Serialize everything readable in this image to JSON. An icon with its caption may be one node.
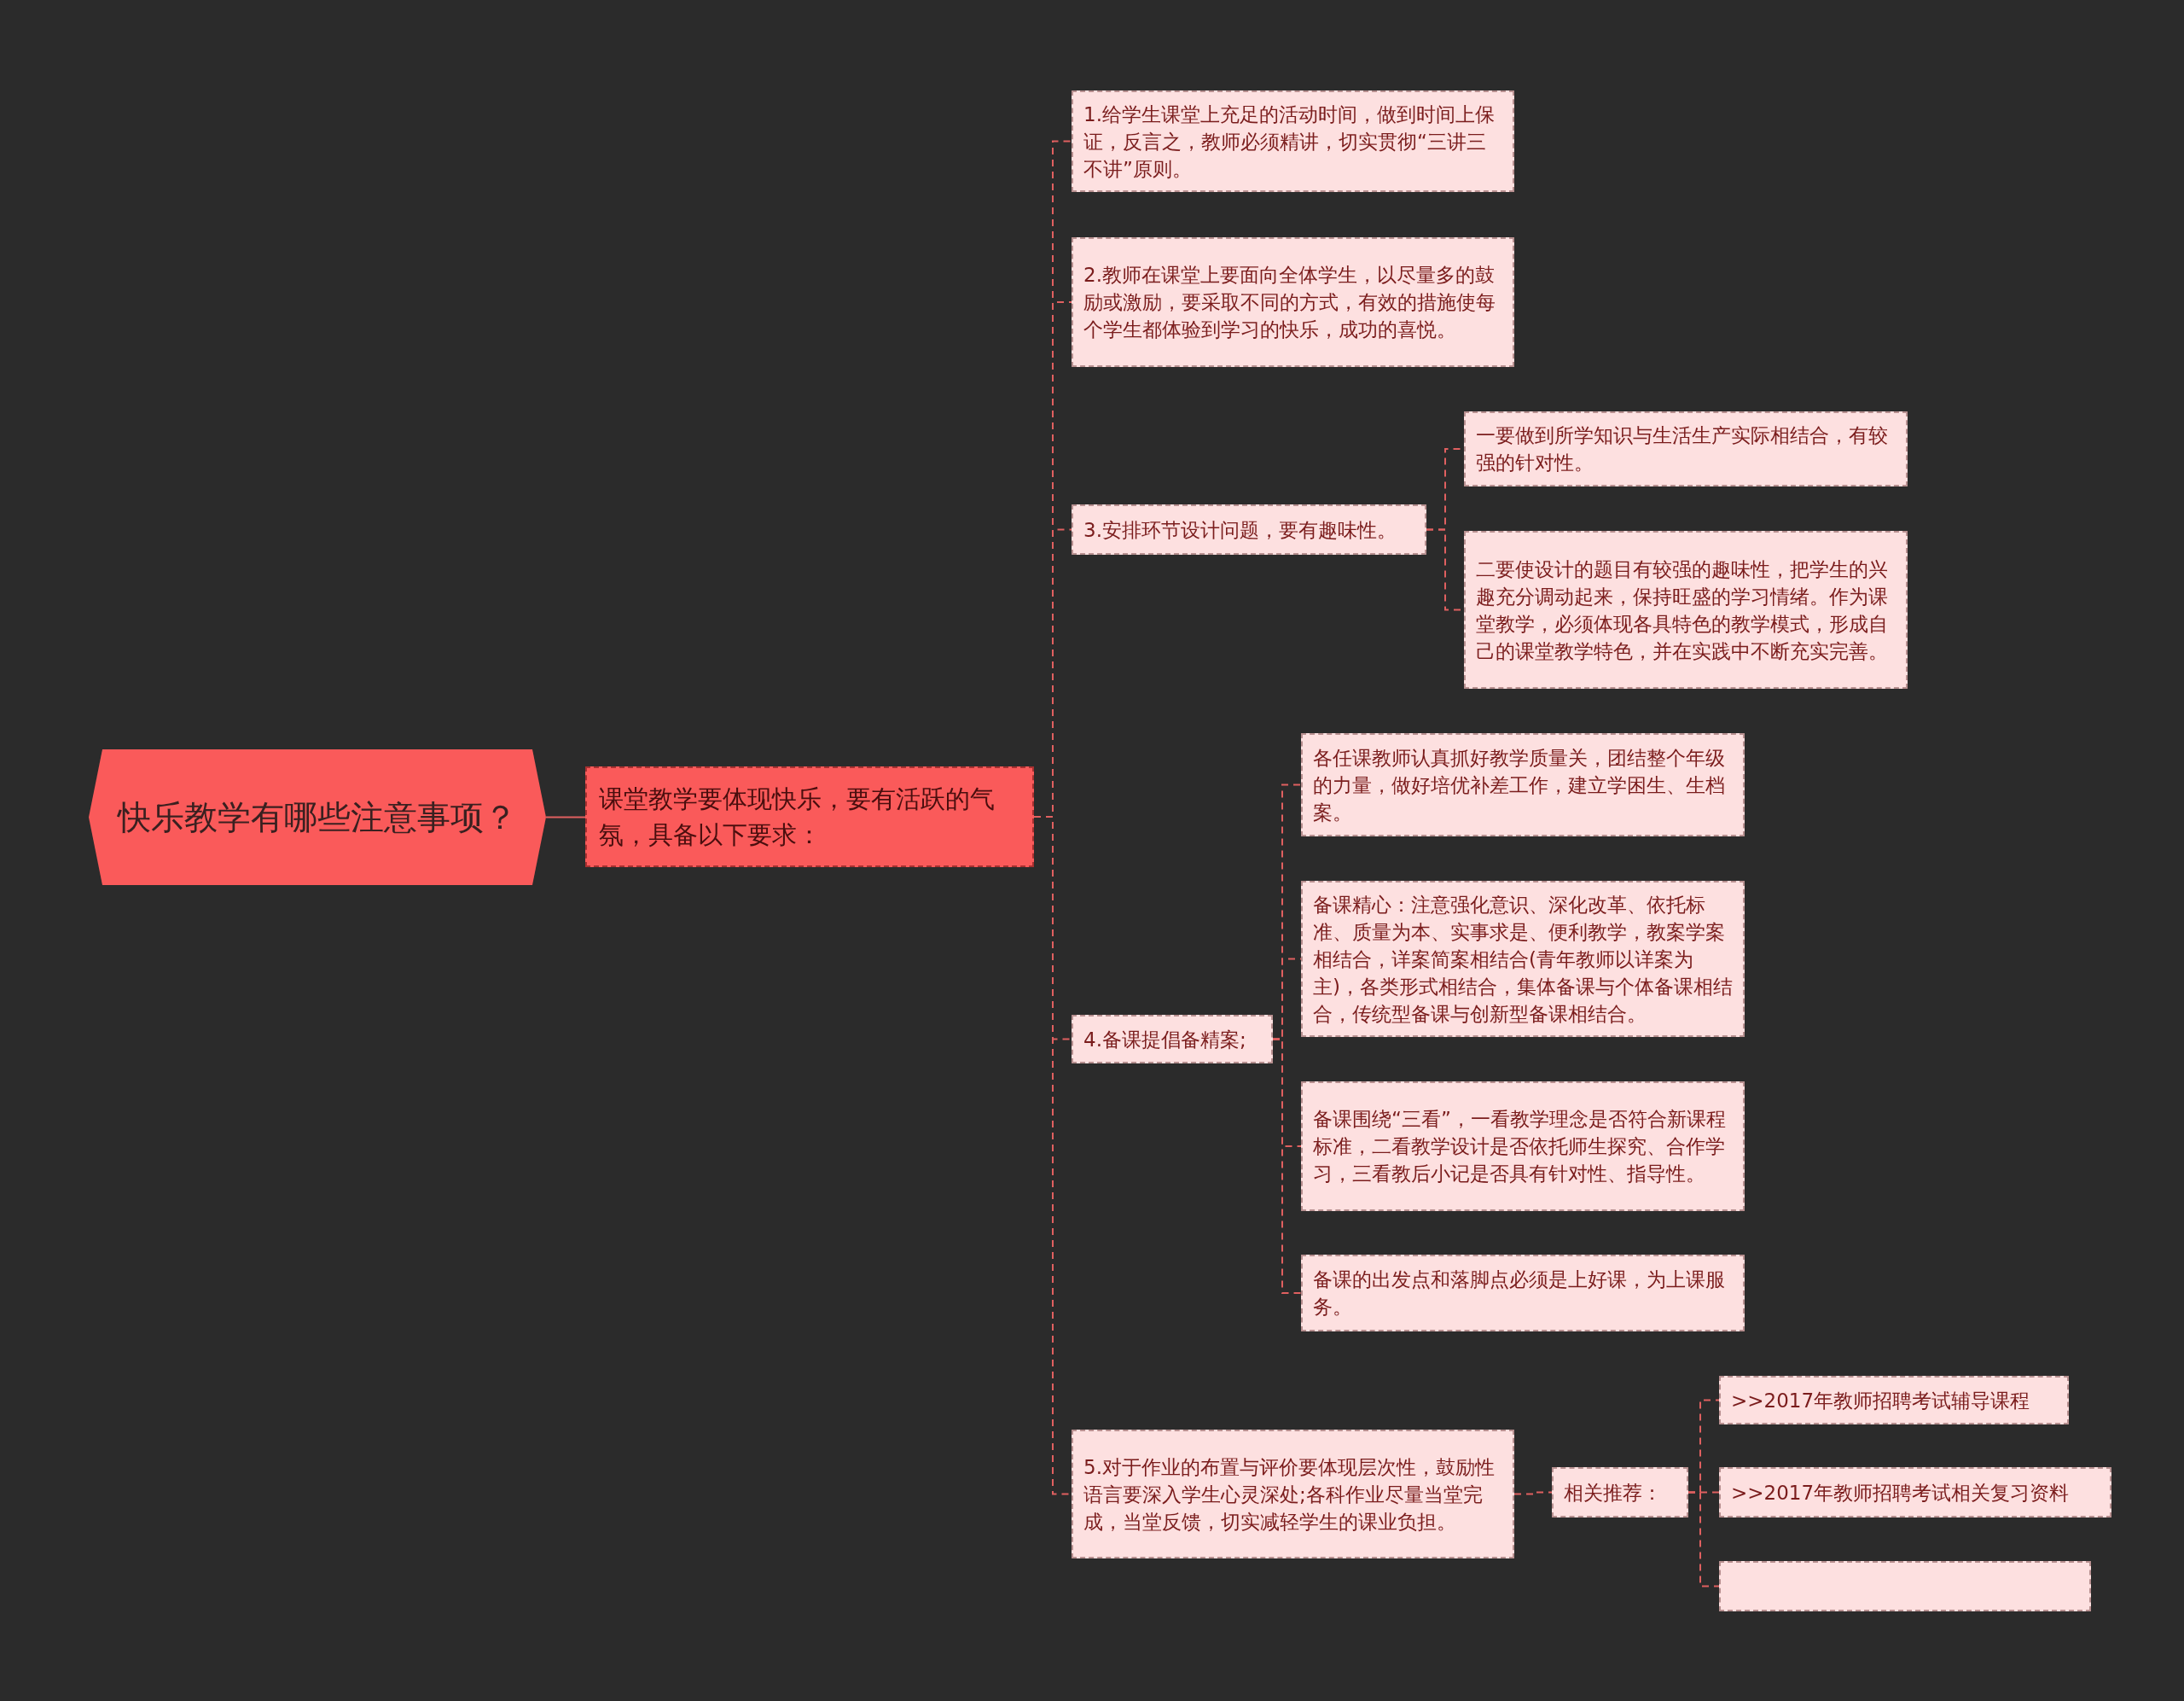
{
  "diagram": {
    "nodes": [
      {
        "text": [
          "快乐教学有哪些注意事项？"
        ]
      },
      {
        "text": [
          "课堂教学要体现快乐，要有活跃的气氛，具备以下要求："
        ]
      },
      {
        "text": [
          "1.给学生课堂上充足的活动时间，做到时间上保证，反言之，教师必须精讲，切实贯彻“三讲三不讲”原则。"
        ]
      },
      {
        "text": [
          "2.教师在课堂上要面向全体学生，以尽量多的鼓励或激励，要采取不同的方式，有效的措施使每个学生都体验到学习的快乐，成功的喜悦。"
        ]
      },
      {
        "text": [
          "3.安排环节设计问题，要有趣味性。"
        ]
      },
      {
        "text": [
          "一要做到所学知识与生活生产实际相结合，有较强的针对性。"
        ]
      },
      {
        "text": [
          "二要使设计的题目有较强的趣味性，把学生的兴趣充分调动起来，保持旺盛的学习情绪。作为课堂教学，必须体现各具特色的教学模式，形成自己的课堂教学特色，并在实践中不断充实完善。"
        ]
      },
      {
        "text": [
          "4.备课提倡备精案;"
        ]
      },
      {
        "text": [
          "各任课教师认真抓好教学质量关，团结整个年级的力量，做好培优补差工作，建立学困生、生档案。"
        ]
      },
      {
        "text": [
          "备课精心：注意强化意识、深化改革、依托标准、质量为本、实事求是、便利教学，教案学案相结合，详案简案相结合(青年教师以详案为主)，各类形式相结合，集体备课与个体备课相结合，传统型备课与创新型备课相结合。"
        ]
      },
      {
        "text": [
          "备课围绕“三看”，一看教学理念是否符合新课程标准，二看教学设计是否依托师生探究、合作学习，三看教后小记是否具有针对性、指导性。"
        ]
      },
      {
        "text": [
          "备课的出发点和落脚点必须是上好课，为上课服务。"
        ]
      },
      {
        "text": [
          "5.对于作业的布置与评价要体现层次性，鼓励性语言要深入学生心灵深处;各科作业尽量当堂完成，当堂反馈，切实减轻学生的课业负担。"
        ]
      },
      {
        "text": [
          "相关推荐："
        ]
      },
      {
        "text": [
          ">>2017年教师招聘考试辅导课程"
        ]
      },
      {
        "text": [
          ">>2017年教师招聘考试相关复习资料"
        ]
      },
      {
        "text": [],
        "shape": "box"
      }
    ],
    "edges": [
      {
        "from": 0,
        "to": 1,
        "arrow": "none"
      },
      {
        "from": 1,
        "to": 2,
        "arrow": "none",
        "style": "dashed"
      },
      {
        "from": 1,
        "to": 3,
        "arrow": "none",
        "style": "dashed"
      },
      {
        "from": 1,
        "to": 4,
        "arrow": "none",
        "style": "dashed"
      },
      {
        "from": 1,
        "to": 7,
        "arrow": "none",
        "style": "dashed"
      },
      {
        "from": 1,
        "to": 12,
        "arrow": "none",
        "style": "dashed"
      },
      {
        "from": 4,
        "to": 5,
        "arrow": "none",
        "style": "dashed"
      },
      {
        "from": 4,
        "to": 6,
        "arrow": "none",
        "style": "dashed"
      },
      {
        "from": 7,
        "to": 8,
        "arrow": "none",
        "style": "dashed"
      },
      {
        "from": 7,
        "to": 9,
        "arrow": "none",
        "style": "dashed"
      },
      {
        "from": 7,
        "to": 10,
        "arrow": "none",
        "style": "dashed"
      },
      {
        "from": 7,
        "to": 11,
        "arrow": "none",
        "style": "dashed"
      },
      {
        "from": 12,
        "to": 13,
        "arrow": "none",
        "style": "dashed"
      },
      {
        "from": 13,
        "to": 14,
        "arrow": "none",
        "style": "dashed"
      },
      {
        "from": 13,
        "to": 15,
        "arrow": "none",
        "style": "dashed"
      },
      {
        "from": 13,
        "to": 16,
        "arrow": "none",
        "style": "dashed"
      }
    ]
  }
}
